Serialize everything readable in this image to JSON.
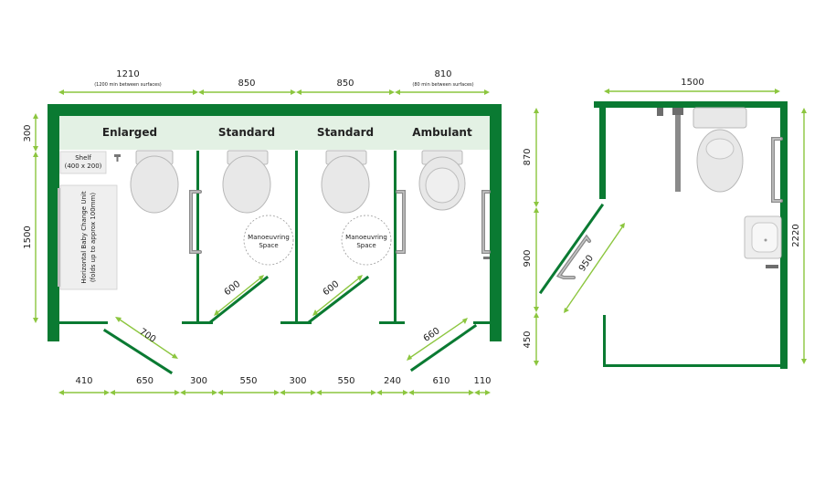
{
  "left_plan": {
    "top_dims": [
      {
        "value": "1210",
        "note": "(1200 min between surfaces)"
      },
      {
        "value": "850"
      },
      {
        "value": "850"
      },
      {
        "value": "810",
        "note": "(80 min between surfaces)"
      }
    ],
    "cubicles": [
      "Enlarged",
      "Standard",
      "Standard",
      "Ambulant"
    ],
    "shelf": {
      "line1": "Shelf",
      "line2": "(400 x 200)"
    },
    "baby_change": {
      "line1": "Horizontal Baby Change Unit",
      "line2": "(folds up to approx 100mm)"
    },
    "manoeuvring": {
      "line1": "Manoeuvring",
      "line2": "Space"
    },
    "left_dims": [
      "300",
      "1500"
    ],
    "door_dims": [
      "700",
      "600",
      "600",
      "660"
    ],
    "bottom_dims": [
      "410",
      "650",
      "300",
      "550",
      "300",
      "550",
      "240",
      "610",
      "110"
    ]
  },
  "right_plan": {
    "top_dim": "1500",
    "left_dims": [
      "870",
      "900",
      "450"
    ],
    "right_dim": "2220",
    "door_dim": "950"
  },
  "colors": {
    "wall": "#0a7a32",
    "dimension": "#8cc63f",
    "band": "#e3f1e4",
    "fixture": "#e8e8e8",
    "rail": "#8a8a8a"
  }
}
